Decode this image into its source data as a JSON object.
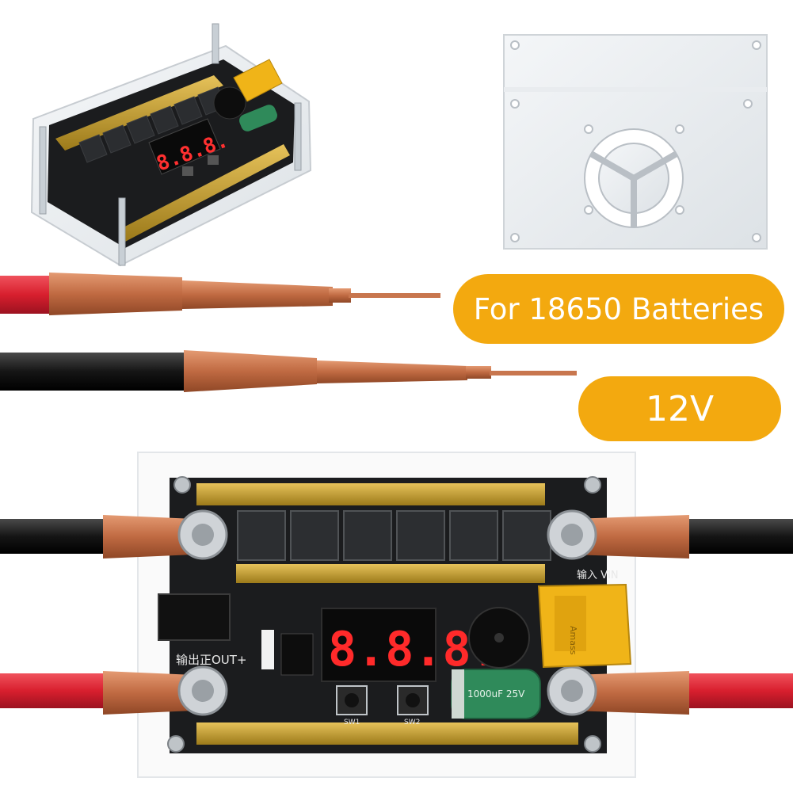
{
  "labels": {
    "batteries": "For 18650 Batteries",
    "voltage": "12V"
  },
  "board": {
    "display_readout": "8.8.8.",
    "output_label": "输出正OUT+",
    "input_label": "输入 VIN",
    "switch_1": "SW1",
    "switch_2": "SW2",
    "capacitor_text": "1000uF 25V",
    "connector_text": "Amass"
  },
  "colors": {
    "badge": "#f3a90f",
    "pcb": "#1b1c1e",
    "copper": "#c8764e",
    "gold_bar": "#c9a227",
    "display_red": "#ff2a2a",
    "wire_red": "#d81f2e",
    "wire_black": "#111111",
    "xt60_yellow": "#f0b418",
    "capacitor_green": "#2f8a5a"
  },
  "icons": [
    "spot-welder-board",
    "acrylic-case-panel",
    "welding-pen-red",
    "welding-pen-black"
  ]
}
